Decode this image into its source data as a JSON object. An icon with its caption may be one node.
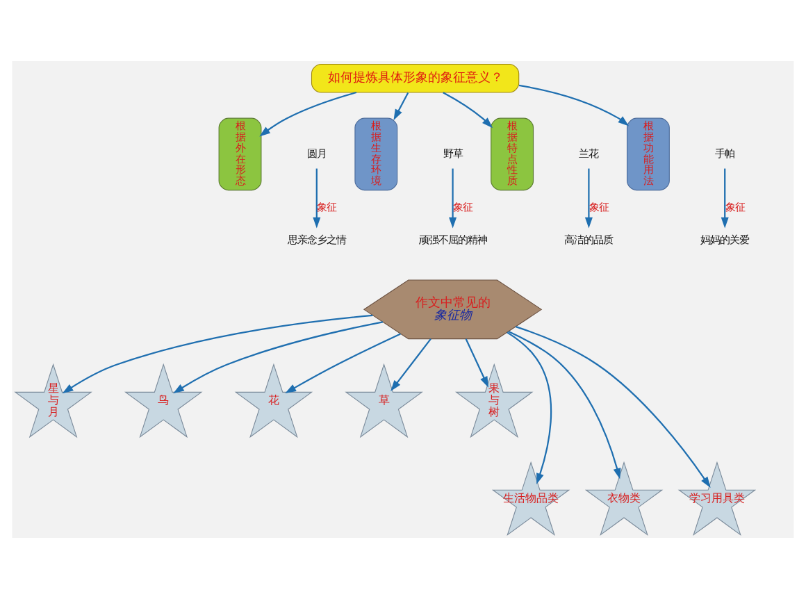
{
  "diagram": {
    "nodes": [
      {
        "text": [
          "如何提炼具体形象的象征意义？"
        ]
      },
      {
        "text": [
          "根据外在形态"
        ]
      },
      {
        "text": [
          "圆月"
        ]
      },
      {
        "text": [
          "思亲念乡之情"
        ]
      },
      {
        "text": [
          "根据生存环境"
        ]
      },
      {
        "text": [
          "野草"
        ]
      },
      {
        "text": [
          "顽强不屈的精神"
        ]
      },
      {
        "text": [
          "根据特点性质"
        ]
      },
      {
        "text": [
          "兰花"
        ]
      },
      {
        "text": [
          "高洁的品质"
        ]
      },
      {
        "text": [
          "根据功能用法"
        ]
      },
      {
        "text": [
          "手帕"
        ]
      },
      {
        "text": [
          "妈妈的关爱"
        ]
      },
      {
        "text": [
          "作文中常见的",
          "象征物"
        ]
      },
      {
        "text": [
          "鸟"
        ]
      },
      {
        "text": [
          "花"
        ]
      },
      {
        "text": [
          "草"
        ]
      },
      {
        "text": [
          "星与月"
        ]
      },
      {
        "text": [
          "果与树"
        ]
      },
      {
        "text": [
          "生活物品类"
        ]
      },
      {
        "text": [
          "衣物类"
        ]
      },
      {
        "text": [
          "学习用具类"
        ]
      }
    ],
    "edges": [
      {
        "from": 0,
        "to": 1,
        "arrow": "to"
      },
      {
        "from": 0,
        "to": 4,
        "arrow": "to"
      },
      {
        "from": 0,
        "to": 7,
        "arrow": "to"
      },
      {
        "from": 0,
        "to": 10,
        "arrow": "to"
      },
      {
        "from": 2,
        "to": 3,
        "arrow": "to",
        "label": "象征"
      },
      {
        "from": 5,
        "to": 6,
        "arrow": "to",
        "label": "象征"
      },
      {
        "from": 8,
        "to": 9,
        "arrow": "to",
        "label": "象征"
      },
      {
        "from": 11,
        "to": 12,
        "arrow": "to",
        "label": "象征"
      },
      {
        "from": 13,
        "to": 14,
        "arrow": "to"
      },
      {
        "from": 13,
        "to": 15,
        "arrow": "to"
      },
      {
        "from": 13,
        "to": 16,
        "arrow": "to"
      },
      {
        "from": 13,
        "to": 17,
        "arrow": "to"
      },
      {
        "from": 13,
        "to": 18,
        "arrow": "to"
      },
      {
        "from": 13,
        "to": 19,
        "arrow": "to"
      },
      {
        "from": 13,
        "to": 20,
        "arrow": "to"
      },
      {
        "from": 13,
        "to": 21,
        "arrow": "to"
      }
    ]
  }
}
